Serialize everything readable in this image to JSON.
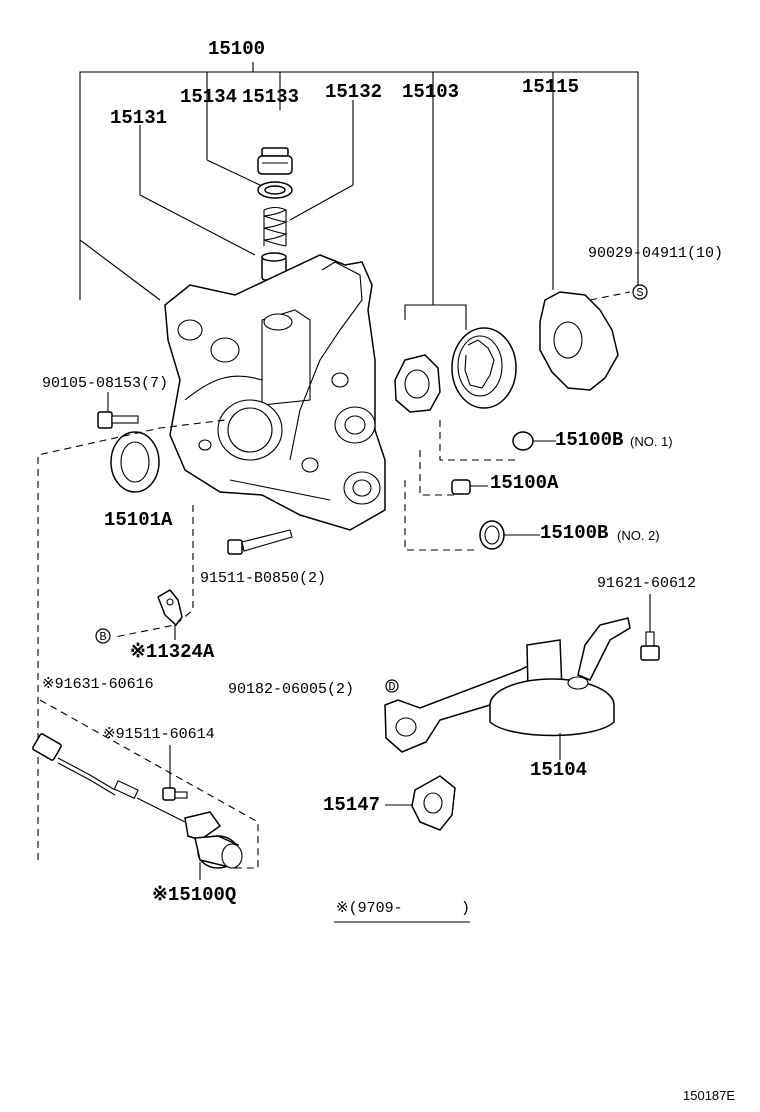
{
  "labels": {
    "assembly": "15100",
    "relief_plug": "15134",
    "gasket": "15133",
    "spring": "15132",
    "relief_valve": "15131",
    "drive_rotor": "15103",
    "plate": "15115",
    "screw": "90029-04911(10)",
    "bolt": "90105-08153(7)",
    "oil_seal": "15101A",
    "oring_1": "15100B",
    "oring_1_note": "(NO. 1)",
    "pin": "15100A",
    "oring_2": "15100B",
    "oring_2_note": "(NO. 2)",
    "long_bolt": "91511-B0850(2)",
    "bracket": "※11324A",
    "bolt_b": "※91631-60616",
    "nut": "90182-06005(2)",
    "strainer_bolt": "91621-60612",
    "strainer": "15104",
    "strainer_gasket": "15147",
    "sensor_bolt": "※91511-60614",
    "sensor": "※15100Q",
    "date_range": "※(9709-",
    "date_range_end": ")",
    "diagram_code": "150187E"
  },
  "symbols": {
    "s_mark": "S",
    "b_mark": "B",
    "d_mark": "D"
  }
}
